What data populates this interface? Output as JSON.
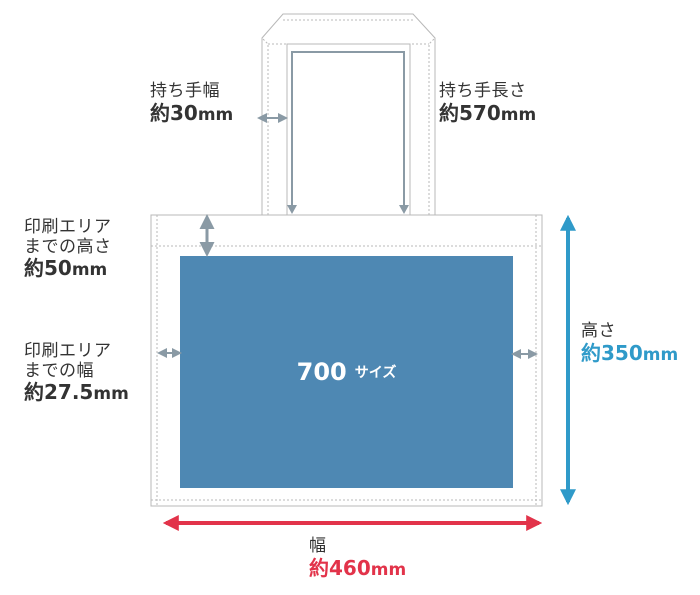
{
  "colors": {
    "print_area": "#4e88b3",
    "bag_outline": "#b8b8b8",
    "gray_arrow": "#8a9aa5",
    "blue_arrow": "#2f9ac9",
    "red_arrow": "#e2334a",
    "text": "#333333"
  },
  "center_label": {
    "number": "700",
    "suffix": "サイズ"
  },
  "handle_width": {
    "title": "持ち手幅",
    "prefix": "約",
    "number": "30",
    "unit": "mm"
  },
  "handle_length": {
    "title": "持ち手長さ",
    "prefix": "約",
    "number": "570",
    "unit": "mm"
  },
  "print_top": {
    "line1": "印刷エリア",
    "line2": "までの高さ",
    "prefix": "約",
    "number": "50",
    "unit": "mm"
  },
  "print_side": {
    "line1": "印刷エリア",
    "line2": "までの幅",
    "prefix": "約",
    "number": "27.5",
    "unit": "mm"
  },
  "height": {
    "title": "高さ",
    "prefix": "約",
    "number": "350",
    "unit": "mm"
  },
  "width": {
    "title": "幅",
    "prefix": "約",
    "number": "460",
    "unit": "mm"
  }
}
